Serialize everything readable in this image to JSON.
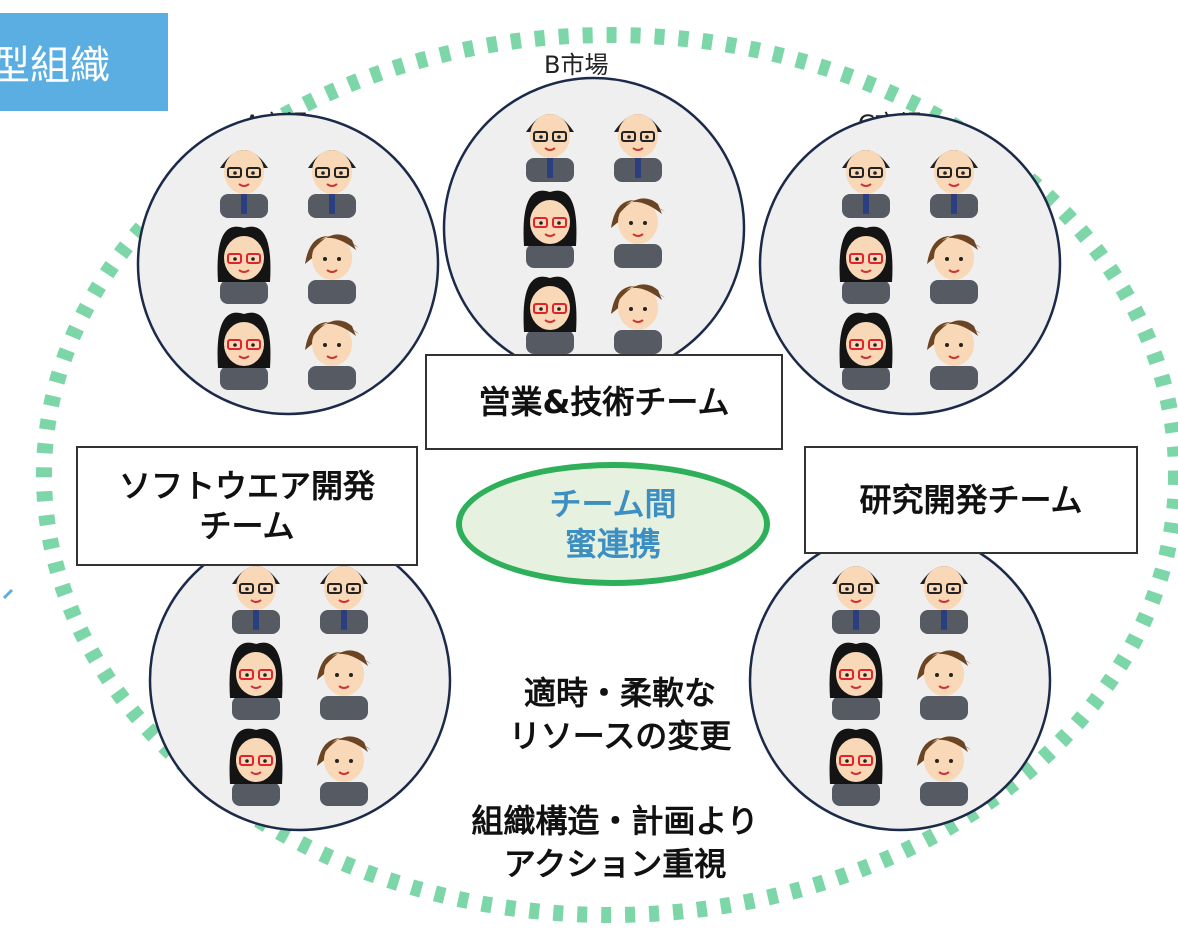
{
  "title": "型組織",
  "markets": {
    "a": "A市場",
    "b": "B市場",
    "c": "C市場"
  },
  "teams": {
    "sales_tech": "営業&技術チーム",
    "software_line1": "ソフトウエア開発",
    "software_line2": "チーム",
    "research": "研究開発チーム"
  },
  "center": {
    "line1": "チーム間",
    "line2": "蜜連携"
  },
  "notes": {
    "flex_line1": "適時・柔軟な",
    "flex_line2": "リソースの変更",
    "action_line1": "組織構造・計画より",
    "action_line2": "アクション重視"
  },
  "colors": {
    "title_bg": "#5aaee2",
    "dotted_ring": "#7dd6a8",
    "center_border": "#2eb05a",
    "center_fill": "#e7f1df",
    "center_text": "#3d8fc1",
    "group_fill": "#efefef",
    "group_border": "#1c2a4a"
  }
}
